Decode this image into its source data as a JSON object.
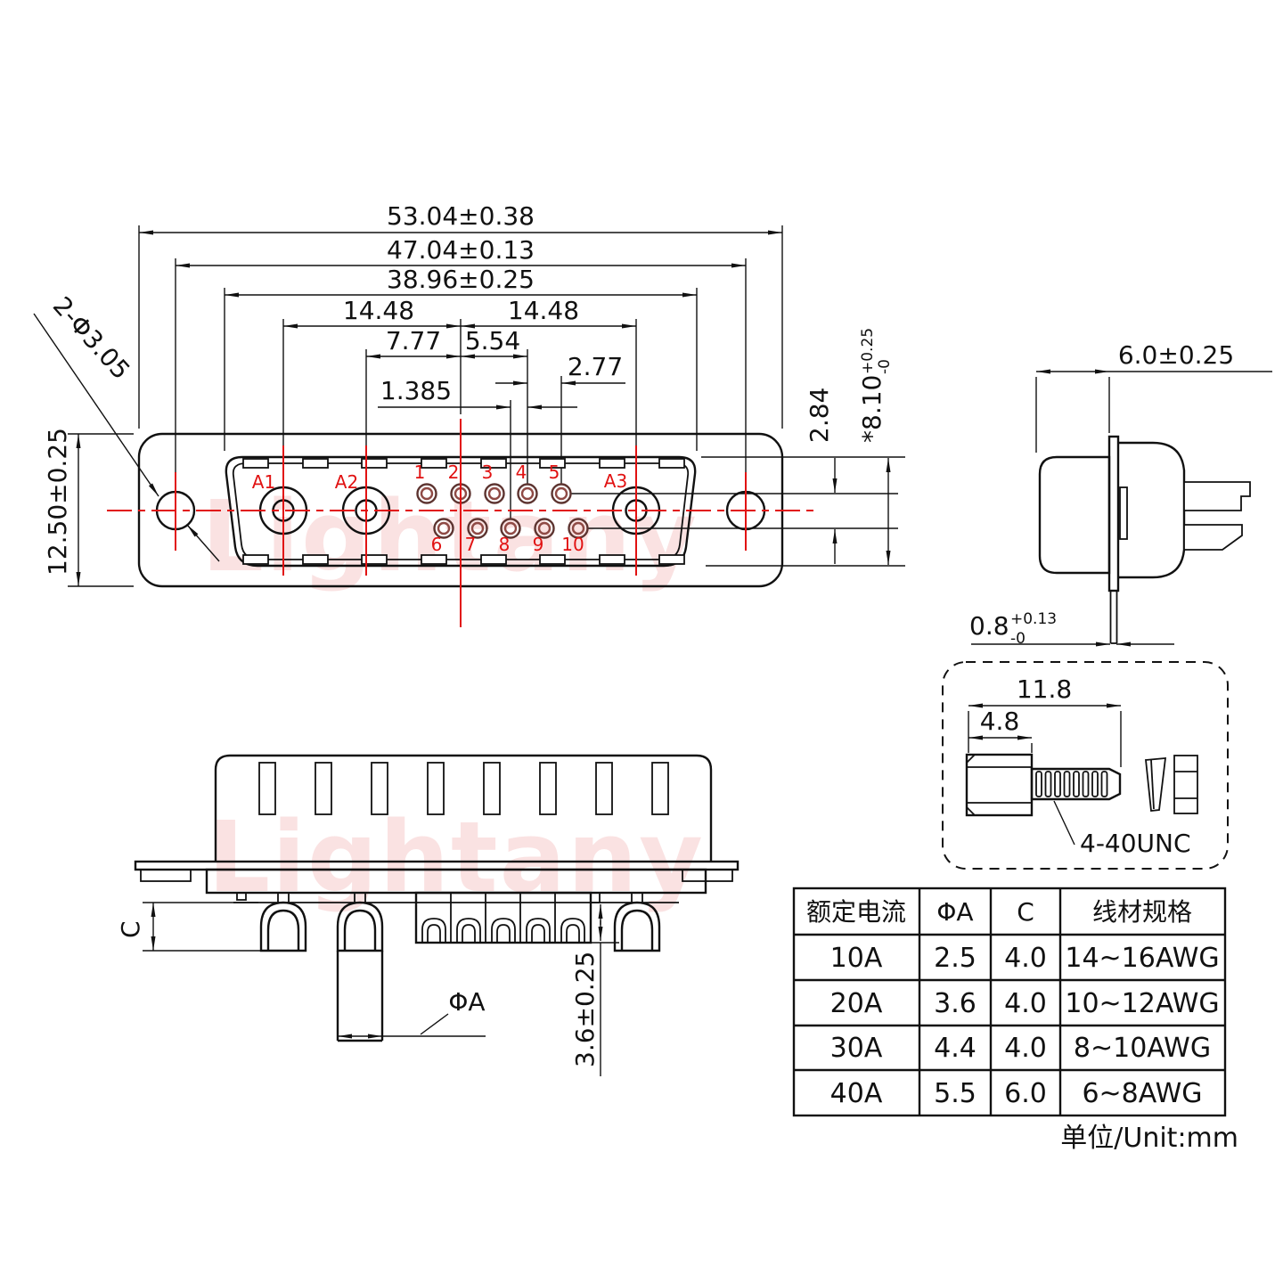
{
  "watermark": "Lightany",
  "front": {
    "dims": {
      "overall_width": "53.04±0.38",
      "mount_span": "47.04±0.13",
      "shell_width": "38.96±0.25",
      "a1_to_center": "14.48",
      "center_to_a3": "14.48",
      "a2_to_center": "7.77",
      "center_to_pin4": "5.54",
      "pin_pitch": "2.77",
      "row_stagger": "1.385",
      "mount_holes": "2-Φ3.05",
      "flange_height": "12.50±0.25",
      "row_gap": "2.84",
      "shell_height": "*8.10",
      "shell_height_tol_plus": "+0.25",
      "shell_height_tol_minus": "-0"
    },
    "power_pins": {
      "a1": "A1",
      "a2": "A2",
      "a3": "A3"
    },
    "signal_pins": {
      "p1": "1",
      "p2": "2",
      "p3": "3",
      "p4": "4",
      "p5": "5",
      "p6": "6",
      "p7": "7",
      "p8": "8",
      "p9": "9",
      "p10": "10"
    }
  },
  "side": {
    "depth": "6.0±0.25",
    "flange_thickness": "0.8",
    "flange_tol_plus": "+0.13",
    "flange_tol_minus": "-0"
  },
  "section": {
    "solder_cup_label": "C",
    "pin_dia_label": "ΦA",
    "tail_height": "3.6±0.25"
  },
  "screw": {
    "total_length": "11.8",
    "head_length": "4.8",
    "thread": "4-40UNC"
  },
  "table": {
    "headers": [
      "额定电流",
      "ΦA",
      "C",
      "线材规格"
    ],
    "rows": [
      [
        "10A",
        "2.5",
        "4.0",
        "14~16AWG"
      ],
      [
        "20A",
        "3.6",
        "4.0",
        "10~12AWG"
      ],
      [
        "30A",
        "4.4",
        "4.0",
        "8~10AWG"
      ],
      [
        "40A",
        "5.5",
        "6.0",
        "6~8AWG"
      ]
    ],
    "unit": "单位/Unit:mm"
  }
}
